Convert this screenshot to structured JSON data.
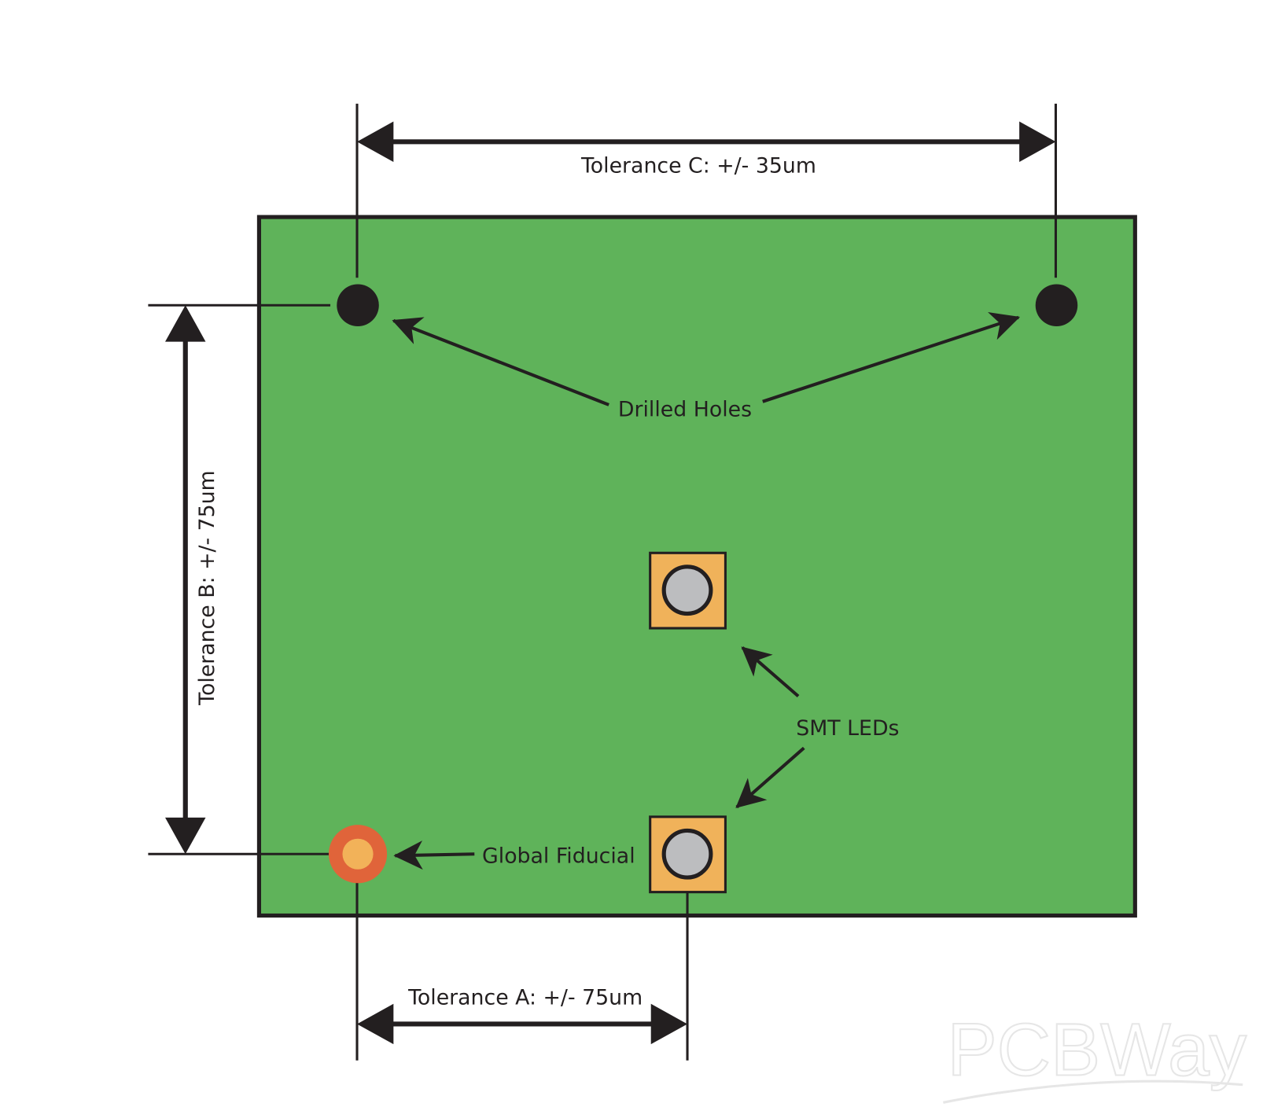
{
  "labels": {
    "tolerance_c": "Tolerance C: +/- 35um",
    "tolerance_b": "Tolerance B: +/- 75um",
    "tolerance_a": "Tolerance A: +/- 75um",
    "drilled_holes": "Drilled Holes",
    "smt_leds": "SMT LEDs",
    "global_fiducial": "Global Fiducial"
  },
  "watermark": "PCBWay",
  "colors": {
    "board": "#5fb35a",
    "outline": "#231f20",
    "pad": "#f0b25a",
    "led": "#bcbdbf",
    "fiducial_ring": "#e0643a",
    "fiducial_center": "#f2b259"
  }
}
